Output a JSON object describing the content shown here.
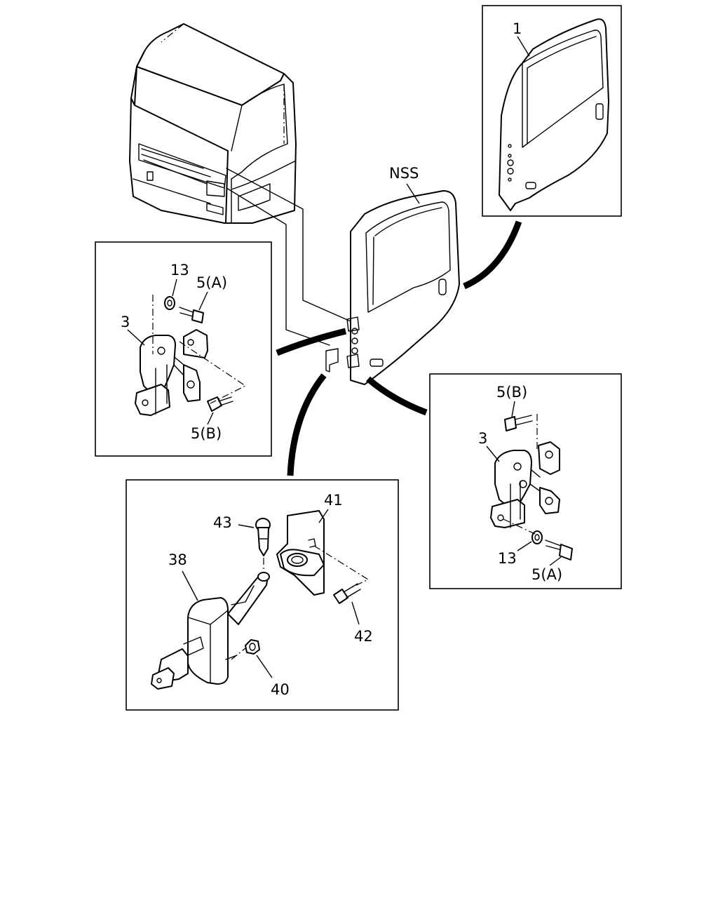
{
  "diagram": {
    "callouts": {
      "door_panel": "1",
      "door_assembly": "NSS",
      "hinge_upper": "3",
      "hinge_lower": "3",
      "washer_upper": "13",
      "washer_lower": "13",
      "bolt_a_upper": "5(A)",
      "bolt_a_lower": "5(A)",
      "bolt_b_upper": "5(B)",
      "bolt_b_lower": "5(B)",
      "checker_arm": "38",
      "nut": "40",
      "bracket": "41",
      "bolt_bracket": "42",
      "pin": "43"
    }
  }
}
